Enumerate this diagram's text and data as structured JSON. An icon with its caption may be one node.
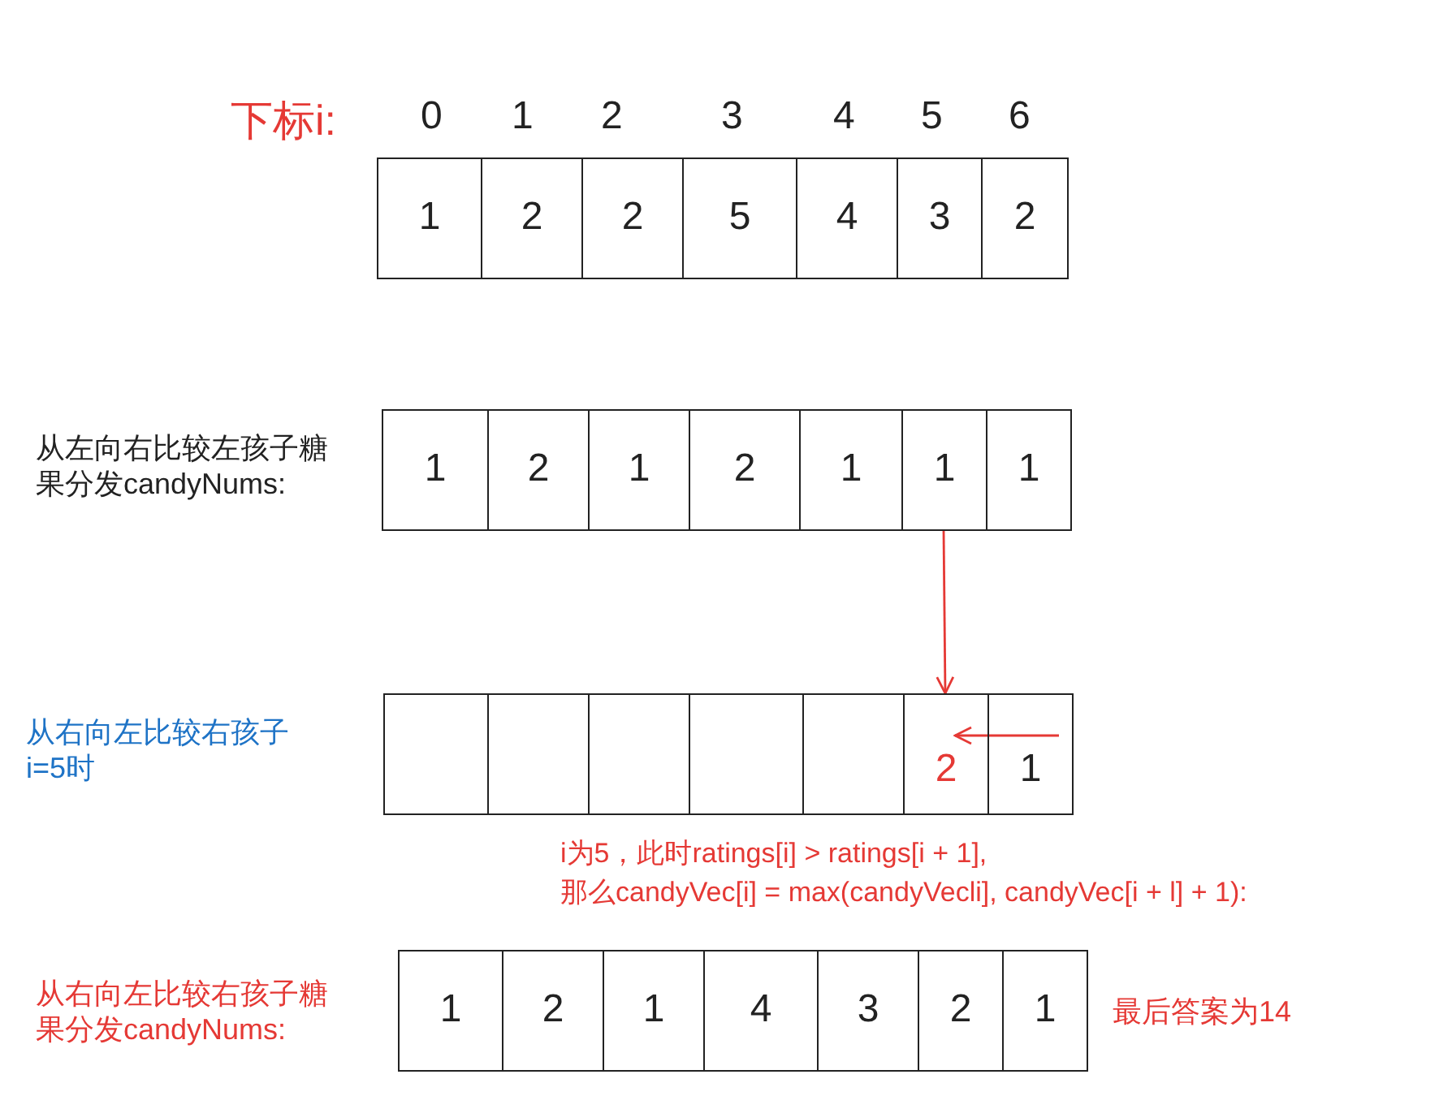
{
  "diagram": {
    "nodes": [
      {
        "text": [
          "1"
        ]
      },
      {
        "text": [
          "2"
        ]
      },
      {
        "text": [
          "2"
        ]
      },
      {
        "text": [
          "5"
        ]
      },
      {
        "text": [
          "4"
        ]
      },
      {
        "text": [
          "3"
        ]
      },
      {
        "text": [
          "2"
        ]
      },
      {
        "text": [
          "1"
        ]
      },
      {
        "text": [
          "2"
        ]
      },
      {
        "text": [
          "1"
        ]
      },
      {
        "text": [
          "2"
        ]
      },
      {
        "text": [
          "1"
        ]
      },
      {
        "text": [
          "1"
        ]
      },
      {
        "text": [
          "1"
        ]
      },
      {
        "text": [],
        "shape": "box"
      },
      {
        "text": [],
        "shape": "box"
      },
      {
        "text": [],
        "shape": "box"
      },
      {
        "text": [],
        "shape": "box"
      },
      {
        "text": [],
        "shape": "box"
      },
      {
        "text": [
          "2"
        ]
      },
      {
        "text": [
          "1"
        ]
      },
      {
        "text": [
          "1"
        ]
      },
      {
        "text": [
          "2"
        ]
      },
      {
        "text": [
          "1"
        ]
      },
      {
        "text": [
          "4"
        ]
      },
      {
        "text": [
          "3"
        ]
      },
      {
        "text": [
          "2"
        ]
      },
      {
        "text": [
          "1"
        ],
        "beside": [
          "最后答案为14"
        ]
      }
    ],
    "edges": [
      {
        "from": 12,
        "to": 19,
        "arrow": "to"
      },
      {
        "from": 20,
        "to": 19,
        "arrow": "to"
      }
    ],
    "labels": [
      "下标i:",
      "0",
      "1",
      "2",
      "3",
      "4",
      "5",
      "6",
      "从左向右比较左孩子糖果分发candyNums:",
      "从右向左比较右孩子i=5时",
      "i为5，此时ratings[i] > ratings[i + 1],",
      "那么candyVec[i] = max(candyVecli], candyVec[i + l] + 1):",
      "从右向左比较右孩子糖果分发candyNums:"
    ]
  }
}
